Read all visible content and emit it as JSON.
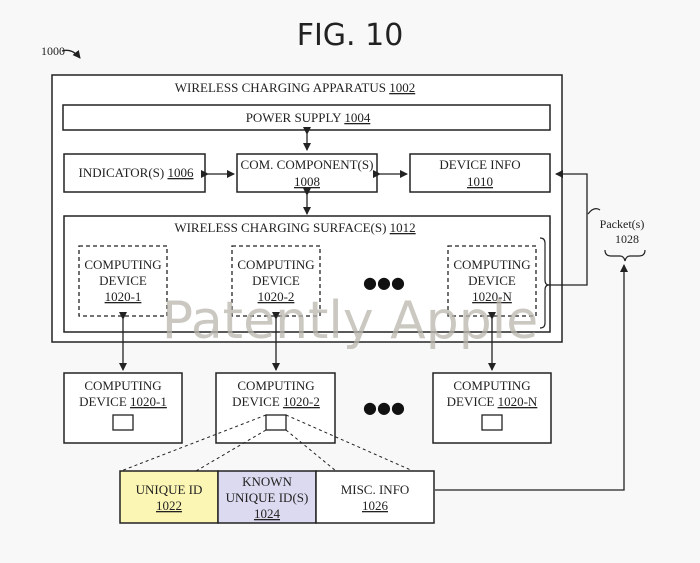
{
  "figure": {
    "title": "FIG. 10",
    "ref": "1000",
    "watermark": "Patently Apple"
  },
  "apparatus": {
    "label": "WIRELESS CHARGING APPARATUS",
    "ref": "1002",
    "power_supply": {
      "label": "POWER SUPPLY",
      "ref": "1004"
    },
    "indicator": {
      "label": "INDICATOR(S)",
      "ref": "1006"
    },
    "com_component": {
      "label": "COM. COMPONENT(S)",
      "ref": "1008"
    },
    "device_info": {
      "label": "DEVICE INFO",
      "ref": "1010"
    },
    "surface": {
      "label": "WIRELESS CHARGING SURFACE(S)",
      "ref": "1012",
      "devices": [
        {
          "line1": "COMPUTING",
          "line2": "DEVICE",
          "ref": "1020-1"
        },
        {
          "line1": "COMPUTING",
          "line2": "DEVICE",
          "ref": "1020-2"
        },
        {
          "line1": "COMPUTING",
          "line2": "DEVICE",
          "ref": "1020-N"
        }
      ],
      "ellipsis": "●●●"
    }
  },
  "external_devices": [
    {
      "line1": "COMPUTING",
      "line2": "DEVICE",
      "ref": "1020-1"
    },
    {
      "line1": "COMPUTING",
      "line2": "DEVICE",
      "ref": "1020-2"
    },
    {
      "line1": "COMPUTING",
      "line2": "DEVICE",
      "ref": "1020-N"
    }
  ],
  "external_ellipsis": "●●●",
  "packet": {
    "label": "Packet(s)",
    "ref": "1028"
  },
  "data_fields": [
    {
      "line1": "UNIQUE ID",
      "line2": "",
      "ref": "1022",
      "color": "#fbf6b4"
    },
    {
      "line1": "KNOWN",
      "line2": "UNIQUE ID(S)",
      "ref": "1024",
      "color": "#dcdaf0"
    },
    {
      "line1": "MISC. INFO",
      "line2": "",
      "ref": "1026",
      "color": "#ffffff"
    }
  ],
  "colors": {
    "line": "#222222",
    "background": "#f8f8f8"
  }
}
